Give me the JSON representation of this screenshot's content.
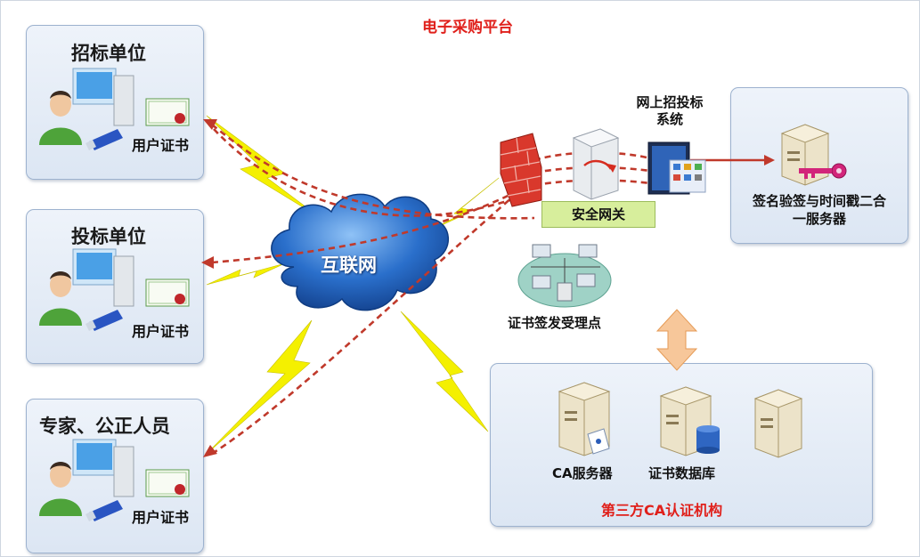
{
  "title": "电子采购平台",
  "internet": "互联网",
  "parties": [
    {
      "name": "招标单位",
      "cert": "用户证书"
    },
    {
      "name": "投标单位",
      "cert": "用户证书"
    },
    {
      "name": "专家、公正人员",
      "cert": "用户证书"
    }
  ],
  "gateway_label": "安全网关",
  "bidding_system": {
    "line1": "网上招投标",
    "line2": "系统"
  },
  "sign_server": {
    "line1": "签名验签与时间戳二合",
    "line2": "一服务器"
  },
  "cert_point": "证书签发受理点",
  "ca": {
    "org_label": "第三方CA认证机构",
    "ca_server": "CA服务器",
    "cert_db": "证书数据库"
  },
  "colors": {
    "title": "#e0201b",
    "panel_border": "#9db2cf",
    "arrow_dash": "#c0392b",
    "lightning": "#f4f000",
    "cloud": "#1f5fb8",
    "gateway_label_bg": "#d7ee9c"
  }
}
